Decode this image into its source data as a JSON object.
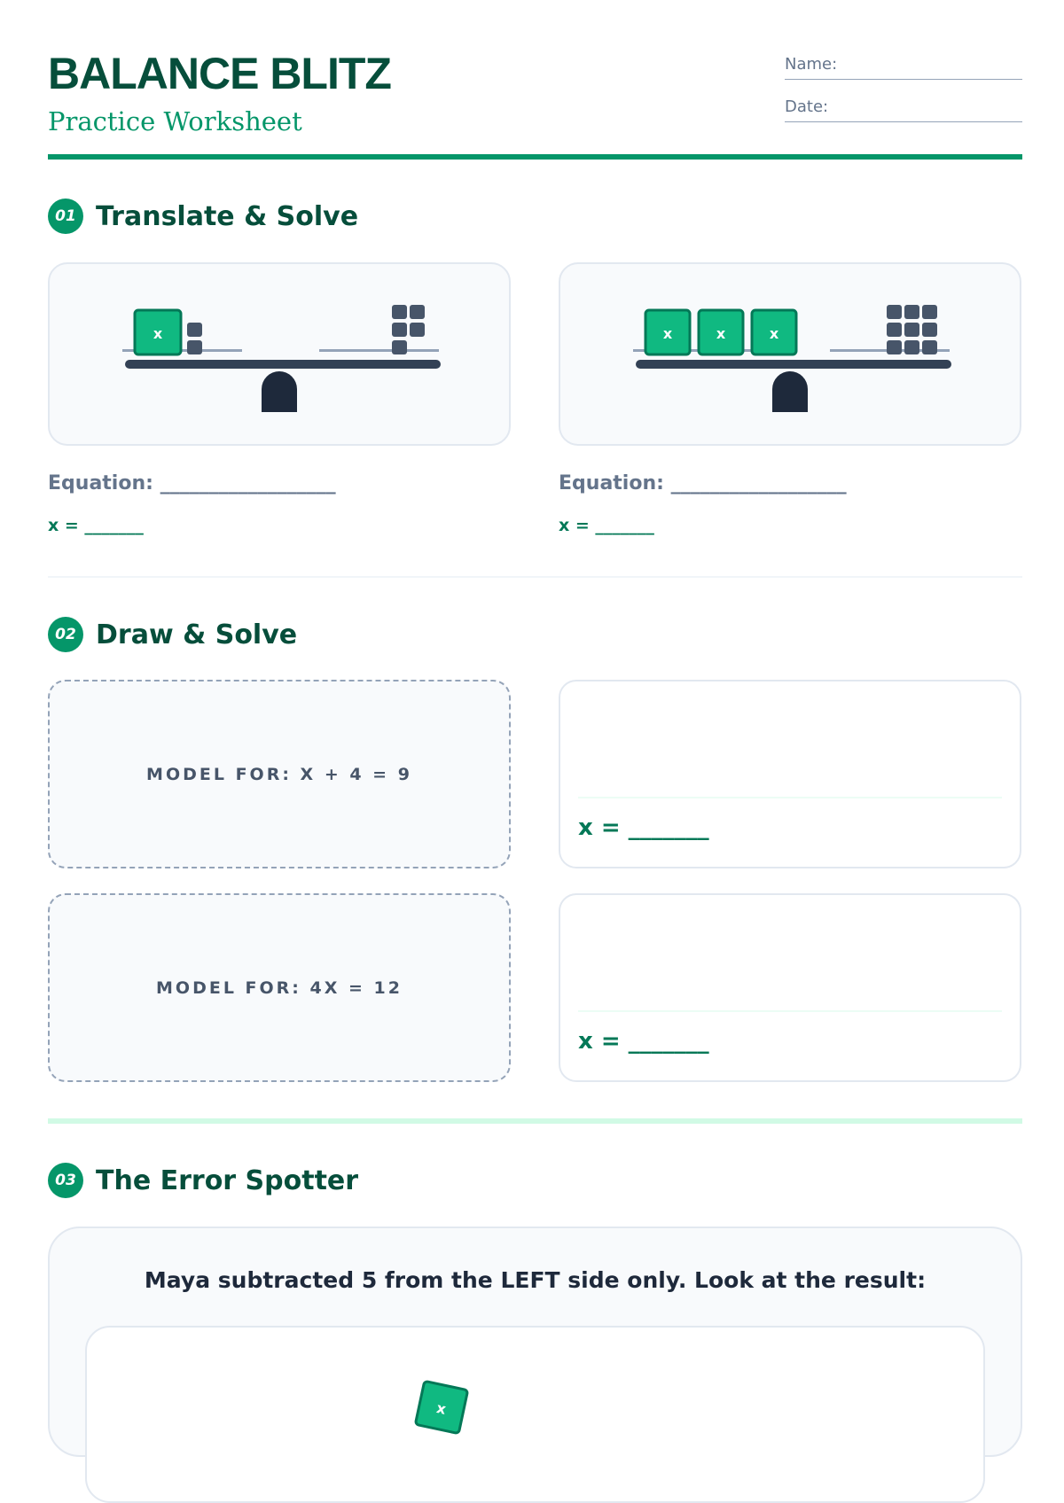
{
  "header": {
    "title": "BALANCE BLITZ",
    "subtitle": "Practice Worksheet",
    "name_label": "Name:",
    "date_label": "Date:"
  },
  "colors": {
    "accent": "#059669",
    "dark": "#064e3b",
    "tile": "#10b981",
    "unit": "#475569"
  },
  "section1": {
    "number": "01",
    "title": "Translate & Solve",
    "problems": [
      {
        "left_x_tiles": 1,
        "left_units": 2,
        "right_units": 5,
        "equation_label": "Equation: __________________",
        "x_label": "x = _______"
      },
      {
        "left_x_tiles": 3,
        "left_units": 0,
        "right_units": 9,
        "equation_label": "Equation: __________________",
        "x_label": "x = _______"
      }
    ],
    "tile_label": "x"
  },
  "section2": {
    "number": "02",
    "title": "Draw & Solve",
    "models": [
      "MODEL FOR: X + 4 = 9",
      "MODEL FOR: 4X = 12"
    ],
    "answer_label": "x = _______"
  },
  "section3": {
    "number": "03",
    "title": "The Error Spotter",
    "prompt": "Maya subtracted 5 from the LEFT side only. Look at the result:",
    "tile_label": "x"
  }
}
